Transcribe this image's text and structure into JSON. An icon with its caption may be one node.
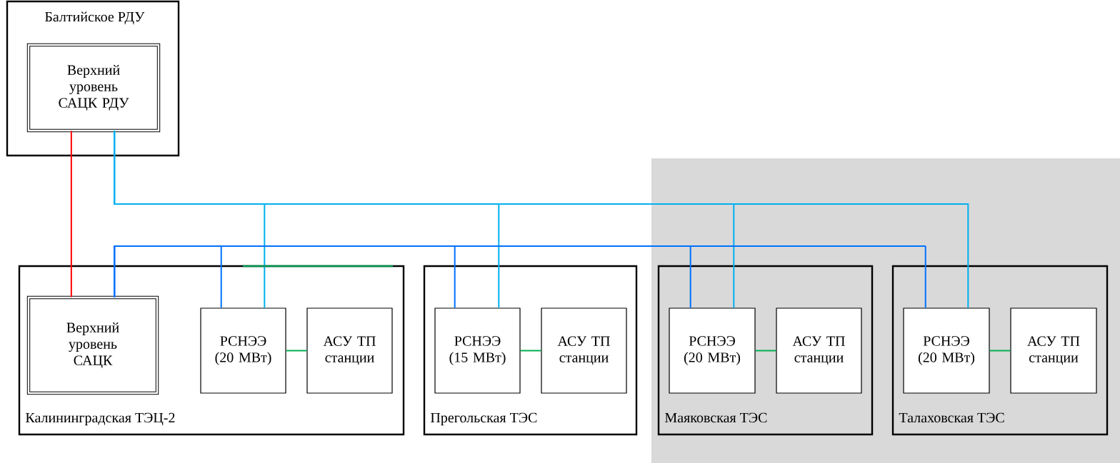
{
  "diagram": {
    "nodes": [
      {
        "text": [
          "Балтийское РДУ"
        ]
      },
      {
        "text": [
          "Верхний уровень САЦК РДУ"
        ],
        "in": 0
      },
      {
        "text": [
          "Калининградская ТЭЦ-2"
        ]
      },
      {
        "text": [
          "Верхний уровень САЦК"
        ],
        "in": 2
      },
      {
        "text": [
          "РСНЭЭ (20 МВт)"
        ],
        "in": 2
      },
      {
        "text": [
          "АСУ ТП станции"
        ],
        "in": 2
      },
      {
        "text": [
          "Прегольская ТЭС"
        ]
      },
      {
        "text": [
          "РСНЭЭ (15 МВт)"
        ],
        "in": 6
      },
      {
        "text": [
          "АСУ ТП станции"
        ],
        "in": 6
      },
      {
        "text": [
          "Маяковская ТЭС"
        ]
      },
      {
        "text": [
          "РСНЭЭ (20 МВт)"
        ],
        "in": 9
      },
      {
        "text": [
          "АСУ ТП станции"
        ],
        "in": 9
      },
      {
        "text": [
          "Талаховская ТЭС"
        ]
      },
      {
        "text": [
          "РСНЭЭ (20 МВт)"
        ],
        "in": 12
      },
      {
        "text": [
          "АСУ ТП станции"
        ],
        "in": 12
      }
    ],
    "edges": [
      {
        "from": 1,
        "to": 3,
        "arrow": "none",
        "color": "#ff0000"
      },
      {
        "from": 1,
        "to": 4,
        "arrow": "none",
        "color": "#00b0f0"
      },
      {
        "from": 1,
        "to": 7,
        "arrow": "none",
        "color": "#00b0f0"
      },
      {
        "from": 1,
        "to": 10,
        "arrow": "none",
        "color": "#00b0f0"
      },
      {
        "from": 1,
        "to": 13,
        "arrow": "none",
        "color": "#00b0f0"
      },
      {
        "from": 3,
        "to": 4,
        "arrow": "none",
        "color": "#0070ff"
      },
      {
        "from": 3,
        "to": 7,
        "arrow": "none",
        "color": "#0070ff"
      },
      {
        "from": 3,
        "to": 10,
        "arrow": "none",
        "color": "#0070ff"
      },
      {
        "from": 3,
        "to": 13,
        "arrow": "none",
        "color": "#0070ff"
      },
      {
        "from": 4,
        "to": 5,
        "arrow": "none",
        "color": "#00b050"
      },
      {
        "from": 7,
        "to": 8,
        "arrow": "none",
        "color": "#00b050"
      },
      {
        "from": 10,
        "to": 11,
        "arrow": "none",
        "color": "#00b050"
      },
      {
        "from": 13,
        "to": 14,
        "arrow": "none",
        "color": "#00b050"
      }
    ]
  }
}
